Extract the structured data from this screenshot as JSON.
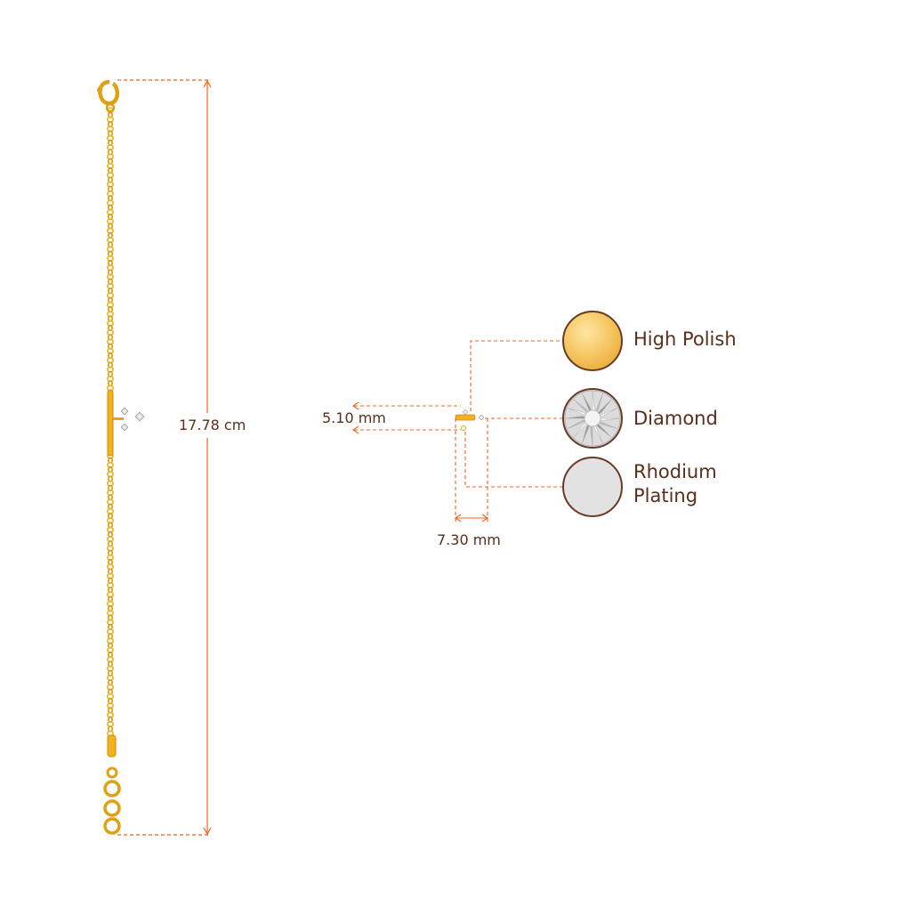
{
  "product": {
    "length_label": "17.78 cm",
    "height_label": "5.10 mm",
    "width_label": "7.30 mm"
  },
  "finishes": [
    {
      "name": "High Polish",
      "color": "#f7c866"
    },
    {
      "name": "Diamond",
      "color": "#e9e9e9"
    },
    {
      "name": "Rhodium\nPlating",
      "color": "#e2e2e2"
    }
  ],
  "colors": {
    "dimension_line": "#f0641e",
    "text": "#5a2e1a",
    "gold": "#f2b11d",
    "gold_dark": "#d18a06",
    "swatch_border": "#6b3a26"
  },
  "icons": [
    "lobster-clasp-icon",
    "diamond-stone-icon",
    "jump-ring-icon"
  ]
}
